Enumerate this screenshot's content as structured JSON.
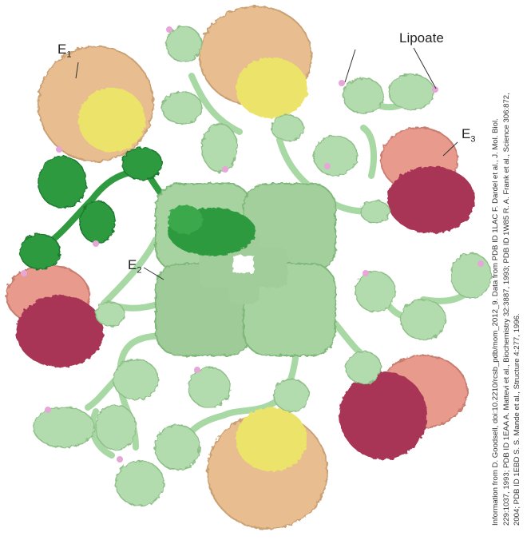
{
  "labels": {
    "e1": {
      "base": "E",
      "sub": "1"
    },
    "e2": {
      "base": "E",
      "sub": "2"
    },
    "e3": {
      "base": "E",
      "sub": "3"
    },
    "lipoate": "Lipoate"
  },
  "credit": {
    "line1": "Information from D. Goodsell, doi:10.2210/rcsb_pdb/mom_2012_9. Data from PDB ID 1LAC F. Dardel et al., J. Mol. Biol.",
    "line2": "229:1037, 1993; PDB ID 1EAA A. Mattevi et al., Biochemistry 32:3887, 1993; PDB ID 1W85 R. A. Frank et al., Science 306:872,",
    "line3": "2004; PDB ID 1EBD S. S. Mande et al., Structure 4:277, 1996."
  },
  "colors": {
    "e2_core": "#a7d3a0",
    "e2_core_shadow": "#7fb87a",
    "lipoyl_domain": "#b3dcae",
    "linker": "#9fd49a",
    "highlight_green": "#2f9a3f",
    "e1_tan": "#e8bd8f",
    "e1_yellow": "#ece46a",
    "e3_pink": "#e89a8c",
    "e3_maroon": "#a83656",
    "lipoate_tip": "#e6a6d8"
  }
}
